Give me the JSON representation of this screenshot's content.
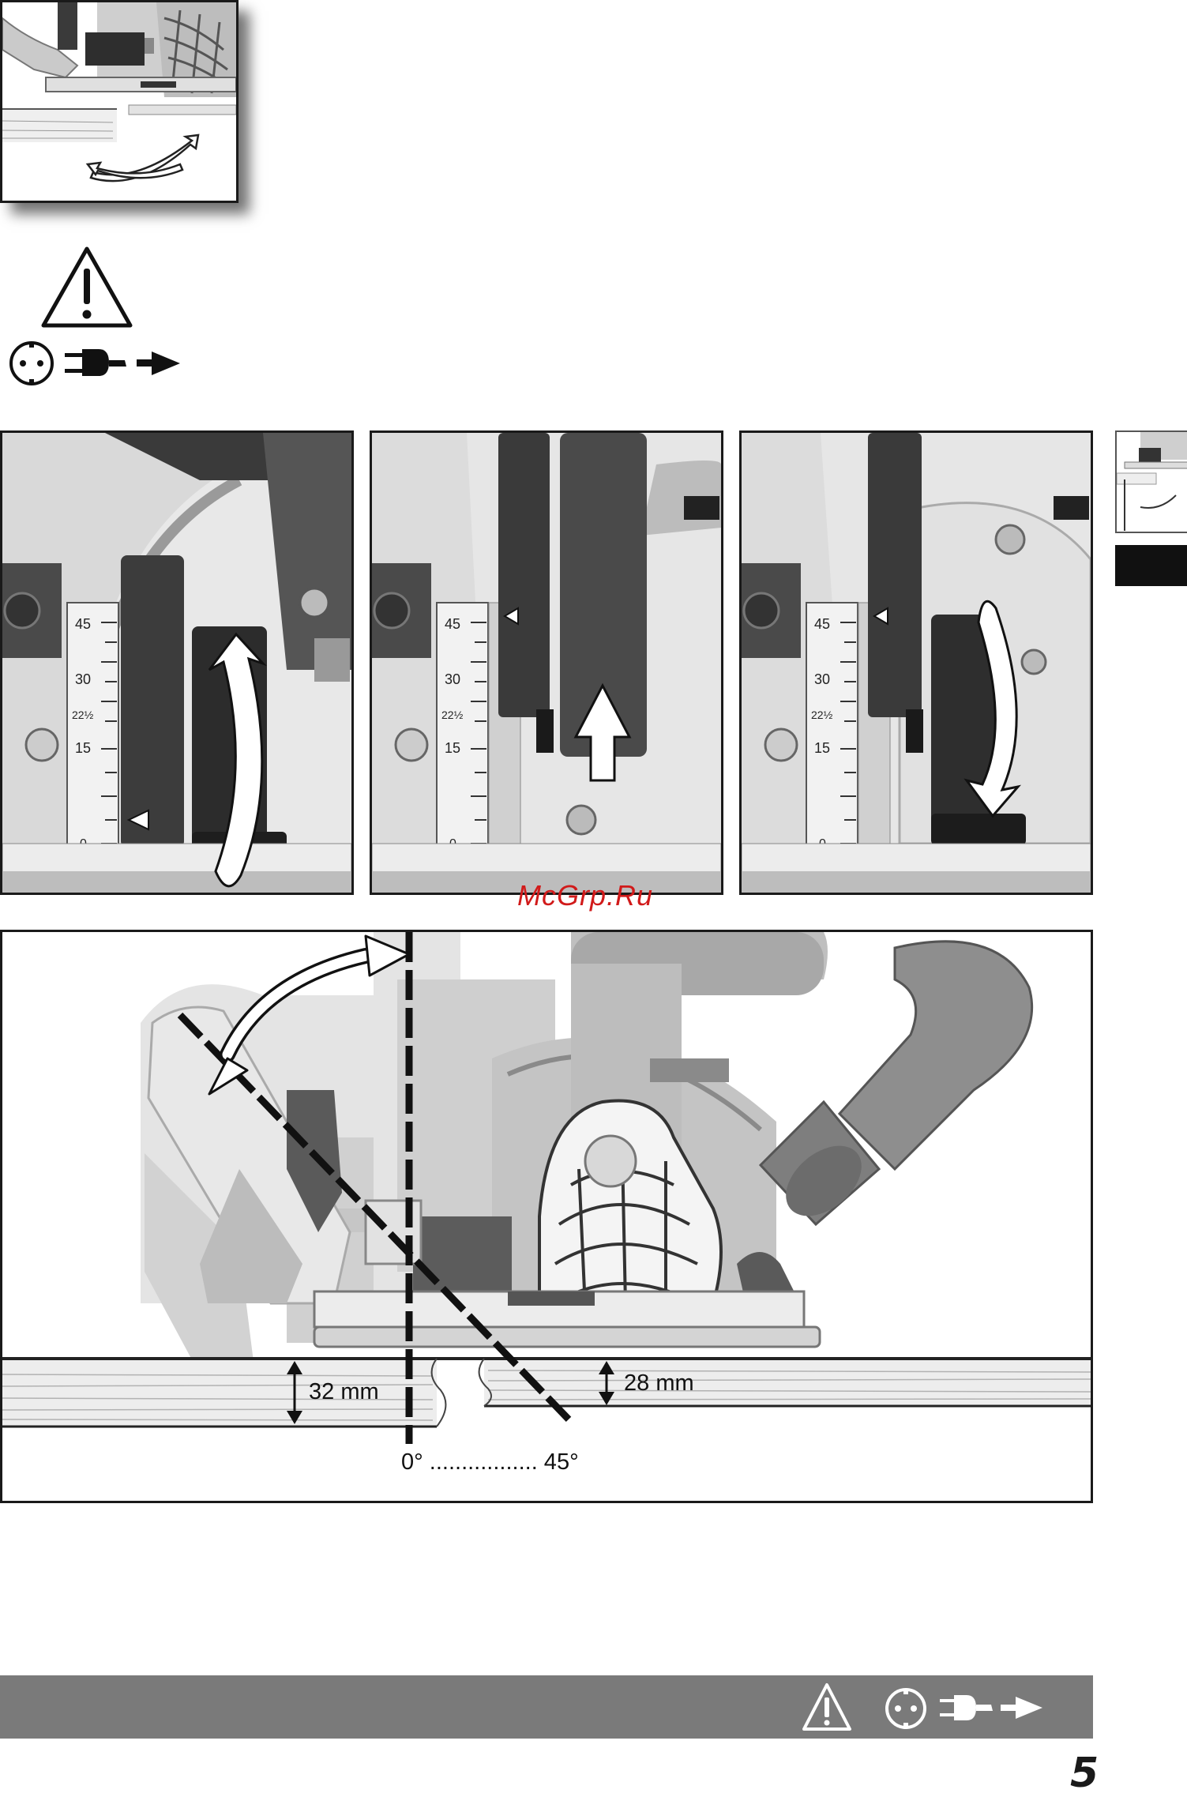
{
  "watermark": "McGrp.Ru",
  "angle_figure": {
    "thickness_left": "32 mm",
    "thickness_right": "28 mm",
    "angle_range": "0° ................. 45°"
  },
  "scale_ticks": [
    "45",
    "30",
    "22½",
    "15",
    "0"
  ],
  "page_number": "5",
  "icons": [
    "warning-triangle-icon",
    "socket-icon",
    "unplug-icon",
    "arrow-right-icon"
  ],
  "colors": {
    "footer_bar": "#7a7a7a",
    "frame": "#1a1a1a",
    "watermark": "#d11a1a"
  }
}
